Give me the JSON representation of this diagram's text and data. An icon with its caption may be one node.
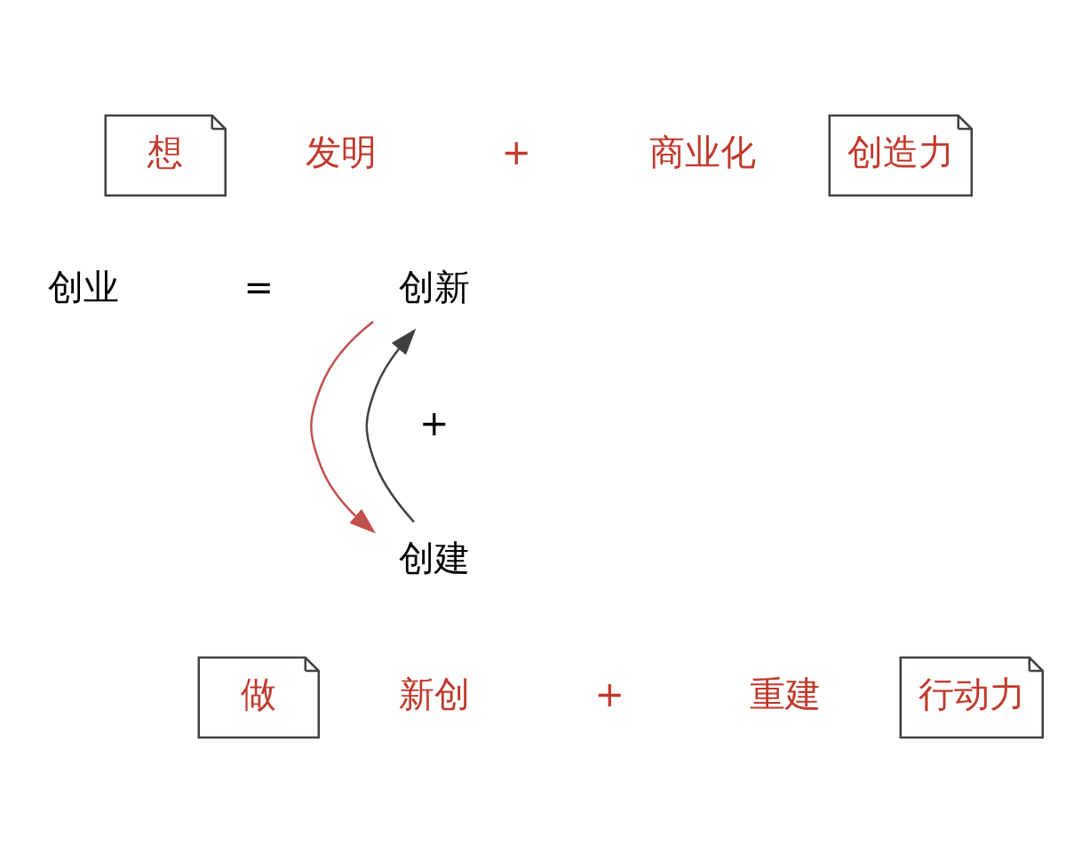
{
  "diagram": {
    "nodes": [
      {
        "text": [
          "想"
        ]
      },
      {
        "text": [
          "创造力"
        ]
      },
      {
        "text": [
          "创新"
        ]
      },
      {
        "text": [
          "创建"
        ]
      },
      {
        "text": [
          "做"
        ]
      },
      {
        "text": [
          "行动力"
        ]
      }
    ],
    "edges": [
      {
        "from": 2,
        "to": 3,
        "arrow": "to",
        "color": "#c0504d"
      },
      {
        "from": 3,
        "to": 2,
        "arrow": "to",
        "color": "#404040"
      }
    ],
    "labels": [
      "发明",
      "+",
      "商业化",
      "创业",
      "=",
      "+",
      "新创",
      "+",
      "重建"
    ]
  }
}
